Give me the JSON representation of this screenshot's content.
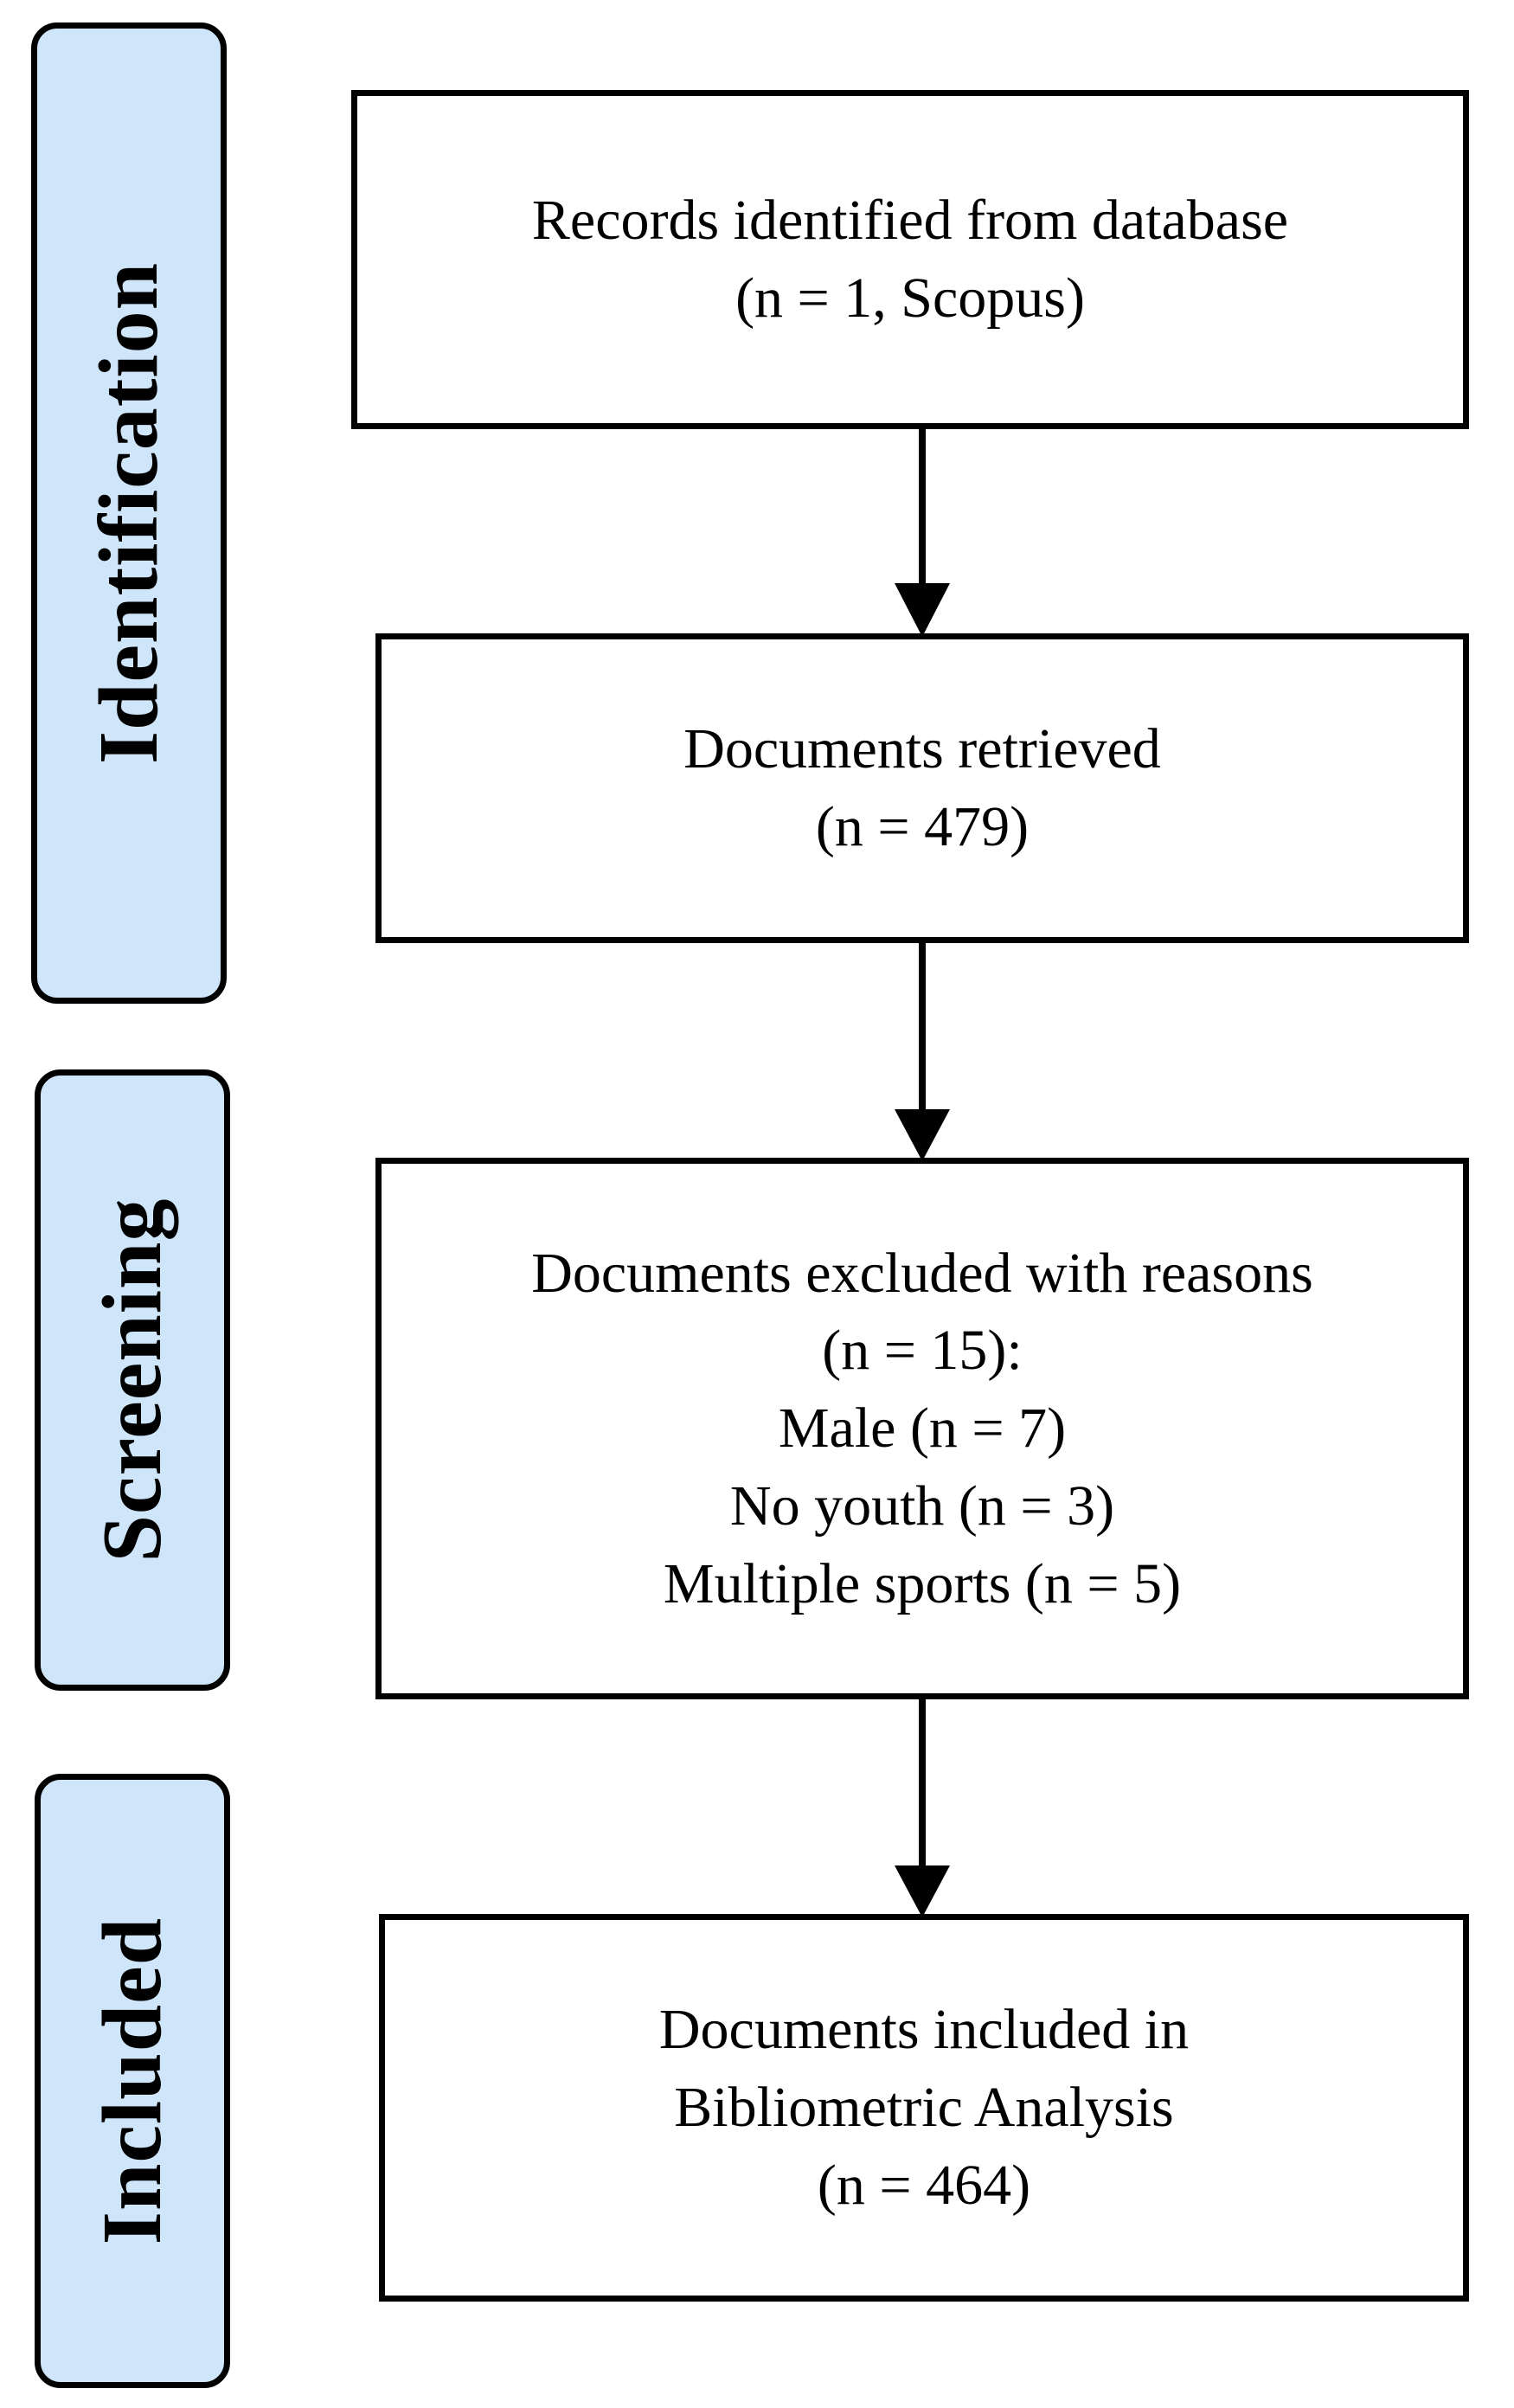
{
  "phases": {
    "identification": "Identification",
    "screening": "Screening",
    "included": "Included"
  },
  "boxes": {
    "records": {
      "line1": "Records identified from database",
      "line2": "(n = 1, Scopus)"
    },
    "retrieved": {
      "line1": "Documents retrieved",
      "line2": "(n = 479)"
    },
    "excluded": {
      "line1": "Documents excluded with reasons",
      "line2": "(n = 15):",
      "line3": "Male (n = 7)",
      "line4": "No youth (n = 3)",
      "line5": "Multiple sports (n = 5)"
    },
    "included": {
      "line1": "Documents included in",
      "line2": "Bibliometric Analysis",
      "line3": "(n = 464)"
    }
  },
  "colors": {
    "phase_fill": "#cfe6fa",
    "stroke": "#000000"
  }
}
